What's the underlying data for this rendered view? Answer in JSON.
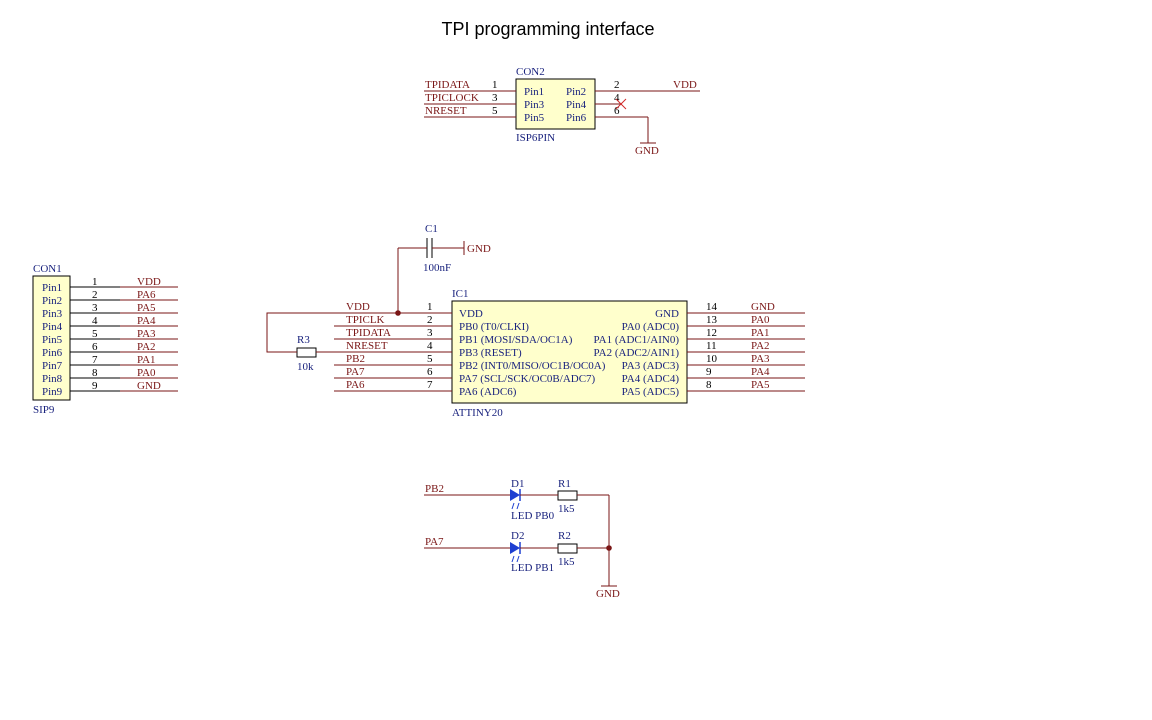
{
  "title": "TPI programming interface",
  "colors": {
    "wire": "#7a1616",
    "component_body": "#ffffcc",
    "component_text": "#1a237e",
    "led": "#1e3fd1",
    "junction": "#7a1616",
    "no_connect": "#d12a2a"
  },
  "con2": {
    "ref": "CON2",
    "value": "ISP6PIN",
    "pins": [
      {
        "num": "1",
        "name": "Pin1",
        "net": "TPIDATA"
      },
      {
        "num": "2",
        "name": "Pin2",
        "net": "VDD"
      },
      {
        "num": "3",
        "name": "Pin3",
        "net": "TPICLOCK"
      },
      {
        "num": "4",
        "name": "Pin4",
        "net": ""
      },
      {
        "num": "5",
        "name": "Pin5",
        "net": "NRESET"
      },
      {
        "num": "6",
        "name": "Pin6",
        "net": "GND"
      }
    ],
    "gnd_label": "GND"
  },
  "c1": {
    "ref": "C1",
    "value": "100nF",
    "gnd_label": "GND"
  },
  "con1": {
    "ref": "CON1",
    "value": "SIP9",
    "pins": [
      {
        "num": "1",
        "name": "Pin1",
        "net": "VDD"
      },
      {
        "num": "2",
        "name": "Pin2",
        "net": "PA6"
      },
      {
        "num": "3",
        "name": "Pin3",
        "net": "PA5"
      },
      {
        "num": "4",
        "name": "Pin4",
        "net": "PA4"
      },
      {
        "num": "5",
        "name": "Pin5",
        "net": "PA3"
      },
      {
        "num": "6",
        "name": "Pin6",
        "net": "PA2"
      },
      {
        "num": "7",
        "name": "Pin7",
        "net": "PA1"
      },
      {
        "num": "8",
        "name": "Pin8",
        "net": "PA0"
      },
      {
        "num": "9",
        "name": "Pin9",
        "net": "GND"
      }
    ]
  },
  "ic1": {
    "ref": "IC1",
    "value": "ATTINY20",
    "left_pins": [
      {
        "num": "1",
        "name": "VDD",
        "net": "VDD"
      },
      {
        "num": "2",
        "name": "PB0 (T0/CLKI)",
        "net": "TPICLK"
      },
      {
        "num": "3",
        "name": "PB1 (MOSI/SDA/OC1A)",
        "net": "TPIDATA"
      },
      {
        "num": "4",
        "name": "PB3 (RESET)",
        "net": "NRESET"
      },
      {
        "num": "5",
        "name": "PB2 (INT0/MISO/OC1B/OC0A)",
        "net": "PB2"
      },
      {
        "num": "6",
        "name": "PA7 (SCL/SCK/OC0B/ADC7)",
        "net": "PA7"
      },
      {
        "num": "7",
        "name": "PA6 (ADC6)",
        "net": "PA6"
      }
    ],
    "right_pins": [
      {
        "num": "14",
        "name": "GND",
        "net": "GND"
      },
      {
        "num": "13",
        "name": "PA0 (ADC0)",
        "net": "PA0"
      },
      {
        "num": "12",
        "name": "PA1 (ADC1/AIN0)",
        "net": "PA1"
      },
      {
        "num": "11",
        "name": "PA2 (ADC2/AIN1)",
        "net": "PA2"
      },
      {
        "num": "10",
        "name": "PA3 (ADC3)",
        "net": "PA3"
      },
      {
        "num": "9",
        "name": "PA4 (ADC4)",
        "net": "PA4"
      },
      {
        "num": "8",
        "name": "PA5 (ADC5)",
        "net": "PA5"
      }
    ]
  },
  "r3": {
    "ref": "R3",
    "value": "10k"
  },
  "leds": {
    "d1": {
      "ref": "D1",
      "value": "LED PB0",
      "net": "PB2"
    },
    "d2": {
      "ref": "D2",
      "value": "LED PB1",
      "net": "PA7"
    },
    "r1": {
      "ref": "R1",
      "value": "1k5"
    },
    "r2": {
      "ref": "R2",
      "value": "1k5"
    },
    "gnd_label": "GND"
  }
}
